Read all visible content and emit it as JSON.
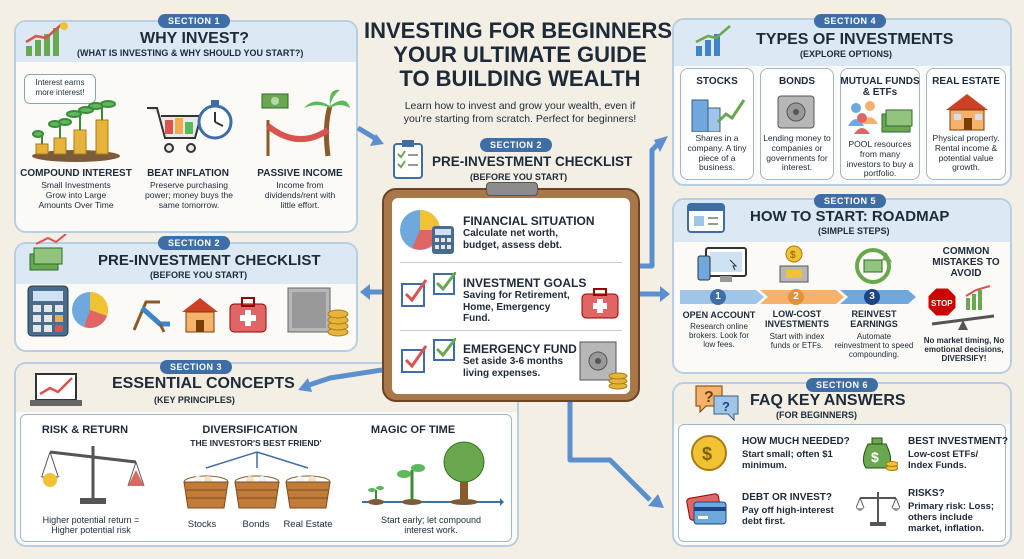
{
  "title": {
    "line1": "INVESTING FOR BEGINNERS:",
    "line2": "YOUR ULTIMATE GUIDE",
    "line3": "TO BUILDING WEALTH",
    "subtitle1": "Learn how to invest and grow your wealth, even if",
    "subtitle2": "you're starting from scratch. Perfect for beginners!"
  },
  "s1": {
    "badge": "SECTION 1",
    "title": "WHY INVEST?",
    "sub": "(WHAT IS INVESTING & WHY SHOULD YOU START?)",
    "bubble": "Interest earns more interest!",
    "items": [
      {
        "title": "COMPOUND INTEREST",
        "text": "Small Investments Grow into Large Amounts Over Time"
      },
      {
        "title": "BEAT INFLATION",
        "text": "Preserve purchasing power; money buys the same tomorrow."
      },
      {
        "title": "PASSIVE INCOME",
        "text": "Income from dividends/rent with little effort."
      }
    ]
  },
  "s2l": {
    "badge": "SECTION 2",
    "title": "PRE-INVESTMENT CHECKLIST",
    "sub": "(BEFORE YOU START)"
  },
  "s2c": {
    "badge": "SECTION 2",
    "title": "PRE-INVESTMENT CHECKLIST",
    "sub": "(BEFORE YOU START)",
    "items": [
      {
        "title": "FINANCIAL SITUATION",
        "text": "Calculate net worth, budget, assess debt."
      },
      {
        "title": "INVESTMENT GOALS",
        "text": "Saving for Retirement, Home, Emergency Fund."
      },
      {
        "title": "EMERGENCY FUND",
        "text": "Set aside 3-6 months living expenses."
      }
    ]
  },
  "s3": {
    "badge": "SECTION 3",
    "title": "ESSENTIAL CONCEPTS",
    "sub": "(KEY PRINCIPLES)",
    "risk": {
      "title": "RISK & RETURN",
      "text": "Higher potential return = Higher potential risk"
    },
    "div": {
      "title": "DIVERSIFICATION",
      "sub": "THE INVESTOR'S BEST FRIEND'",
      "baskets": [
        "Stocks",
        "Bonds",
        "Real Estate"
      ]
    },
    "time": {
      "title": "MAGIC OF TIME",
      "text": "Start early; let compound interest work."
    }
  },
  "s4": {
    "badge": "SECTION 4",
    "title": "TYPES OF INVESTMENTS",
    "sub": "(EXPLORE OPTIONS)",
    "items": [
      {
        "title": "STOCKS",
        "text": "Shares in a company. A tiny piece of a business."
      },
      {
        "title": "BONDS",
        "text": "Lending money to companies or governments for interest."
      },
      {
        "title": "MUTUAL FUNDS & ETFs",
        "text": "POOL resources from many investors to buy a portfolio."
      },
      {
        "title": "REAL ESTATE",
        "text": "Physical property. Rental income & potential value growth."
      }
    ]
  },
  "s5": {
    "badge": "SECTION 5",
    "title": "HOW TO START: ROADMAP",
    "sub": "(SIMPLE STEPS)",
    "steps": [
      {
        "num": "1",
        "title": "OPEN ACCOUNT",
        "text": "Research online brokers. Look for low fees."
      },
      {
        "num": "2",
        "title": "LOW-COST INVESTMENTS",
        "text": "Start with index funds or ETFs."
      },
      {
        "num": "3",
        "title": "REINVEST EARNINGS",
        "text": "Automate reinvestment to speed compounding."
      }
    ],
    "mistakes": {
      "title": "COMMON MISTAKES TO AVOID",
      "stop": "STOP",
      "text": "No market timing, No emotional decisions, DIVERSIFY!"
    }
  },
  "s6": {
    "badge": "SECTION 6",
    "title": "FAQ KEY ANSWERS",
    "sub": "(FOR BEGINNERS)",
    "items": [
      {
        "q": "HOW MUCH NEEDED?",
        "a": "Start small; often $1 minimum."
      },
      {
        "q": "BEST INVESTMENT?",
        "a": "Low-cost ETFs/ Index Funds."
      },
      {
        "q": "DEBT OR INVEST?",
        "a": "Pay off high-interest debt first."
      },
      {
        "q": "RISKS?",
        "a": "Primary risk: Loss; others include market, inflation."
      }
    ]
  },
  "colors": {
    "accent": "#3f6ea6",
    "panel_border": "#b7cfe3",
    "header": "#dce9f5",
    "arrow": "#5b8fd0"
  }
}
